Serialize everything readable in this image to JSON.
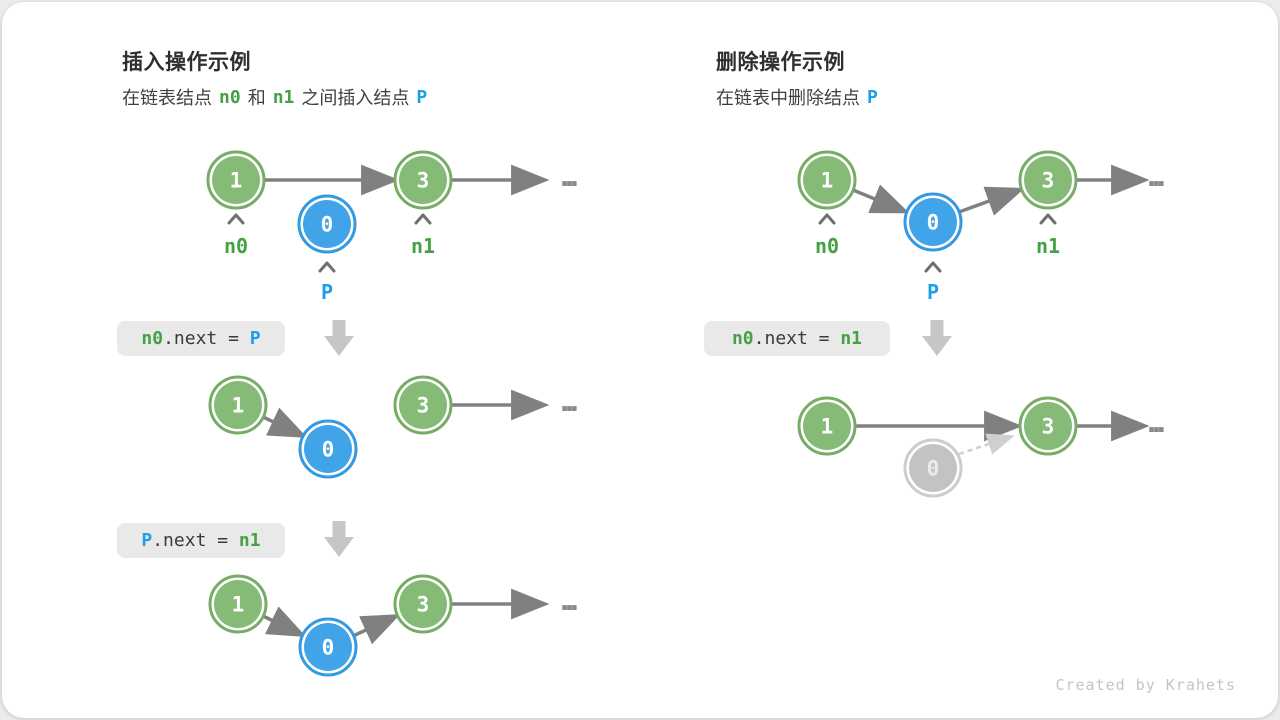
{
  "colors": {
    "green": "#85BB76",
    "green_ring": "#76AD65",
    "green_dark": "#44A144",
    "blue": "#42A4E8",
    "blue_ring": "#3399E0",
    "blue_dark": "#1C9EEB",
    "node_gray": "#C3C3C3",
    "node_gray_ring": "#CDCDCD",
    "arrow_gray": "#808080",
    "arrow_light": "#CFCFCF",
    "caret": "#6F6F6F",
    "code_bg": "#E9E9E9",
    "code_text": "#3A3A3A",
    "title": "#2F2F2F",
    "body_text": "#3F3F3F",
    "block_arrow": "#C6C6C6",
    "watermark": "#C4C4C4",
    "ellipsis": "#8A8A8A"
  },
  "node_values": {
    "first": "1",
    "third": "3",
    "inserted": "0"
  },
  "labels": {
    "n0": "n0",
    "n1": "n1",
    "p": "P"
  },
  "ellipsis": "...",
  "left": {
    "title": "插入操作示例",
    "subtitle": {
      "t1": "在链表结点",
      "t2": "和",
      "t3": "之间插入结点"
    },
    "code1": {
      "lhs": "n0",
      "mid": ".next = ",
      "rhs": "P"
    },
    "code2": {
      "lhs": "P",
      "mid": ".next = ",
      "rhs": "n1"
    }
  },
  "right": {
    "title": "删除操作示例",
    "subtitle": {
      "t1": "在链表中删除结点"
    },
    "code1": {
      "lhs": "n0",
      "mid": ".next = ",
      "rhs": "n1"
    }
  },
  "watermark": "Created by Krahets"
}
